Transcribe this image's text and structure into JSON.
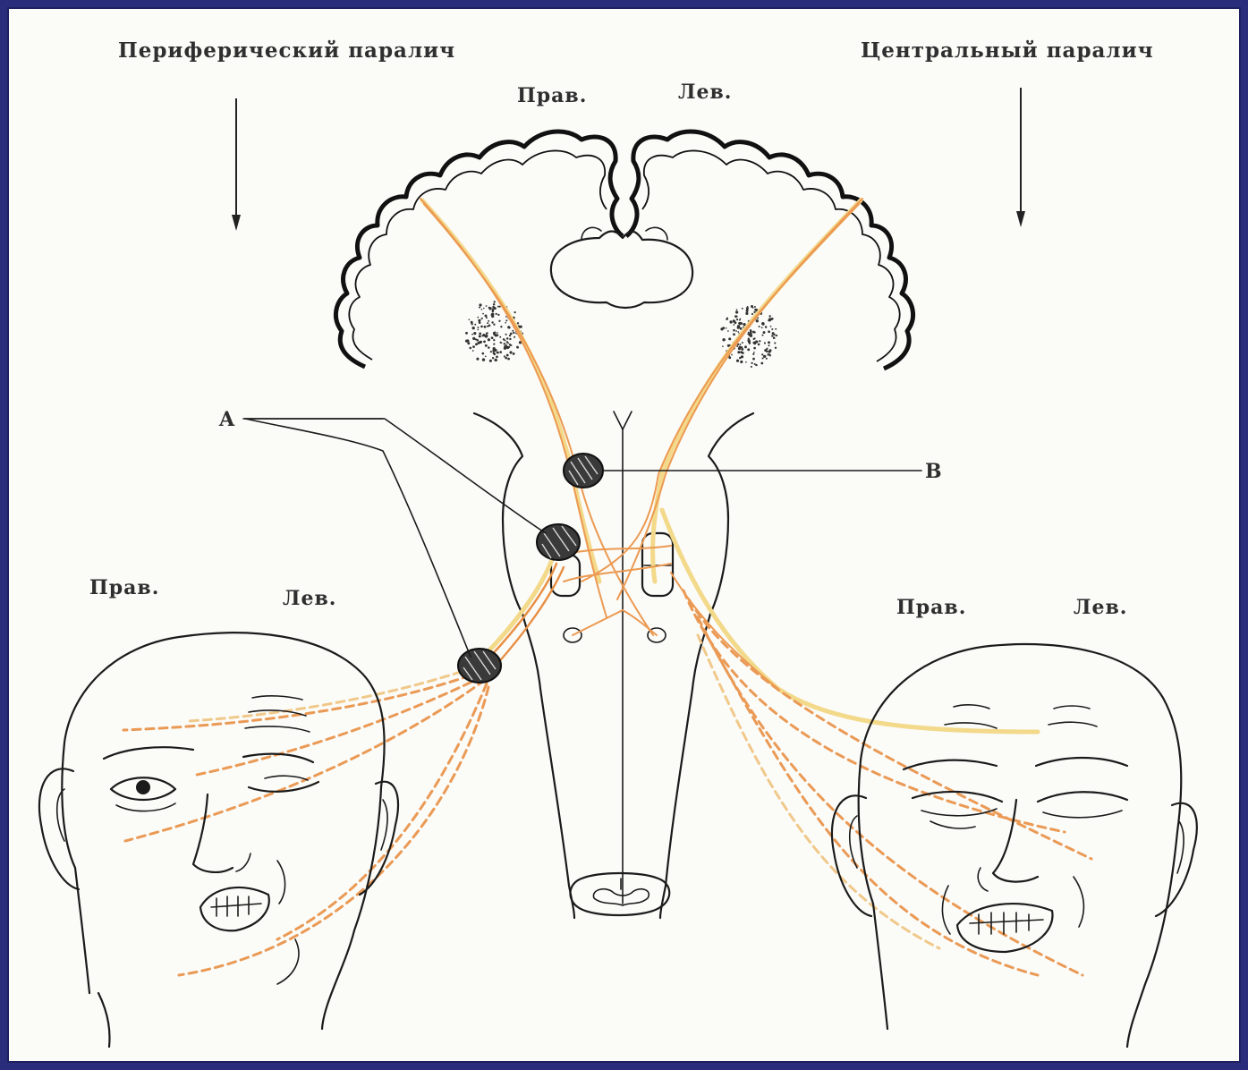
{
  "labels": {
    "peripheral_palsy": "Периферический паралич",
    "central_palsy": "Центральный паралич",
    "brain_right": "Прав.",
    "brain_left": "Лев.",
    "face1_right": "Прав.",
    "face1_left": "Лев.",
    "face2_right": "Прав.",
    "face2_left": "Лев.",
    "lesion_a": "A",
    "lesion_b": "B"
  },
  "colors": {
    "background": "#2a2d7c",
    "paper": "#fbfbf8",
    "tract_yellow": "#f3d98a",
    "tract_orange": "#ec9a52",
    "ink": "#1b1b1b"
  }
}
